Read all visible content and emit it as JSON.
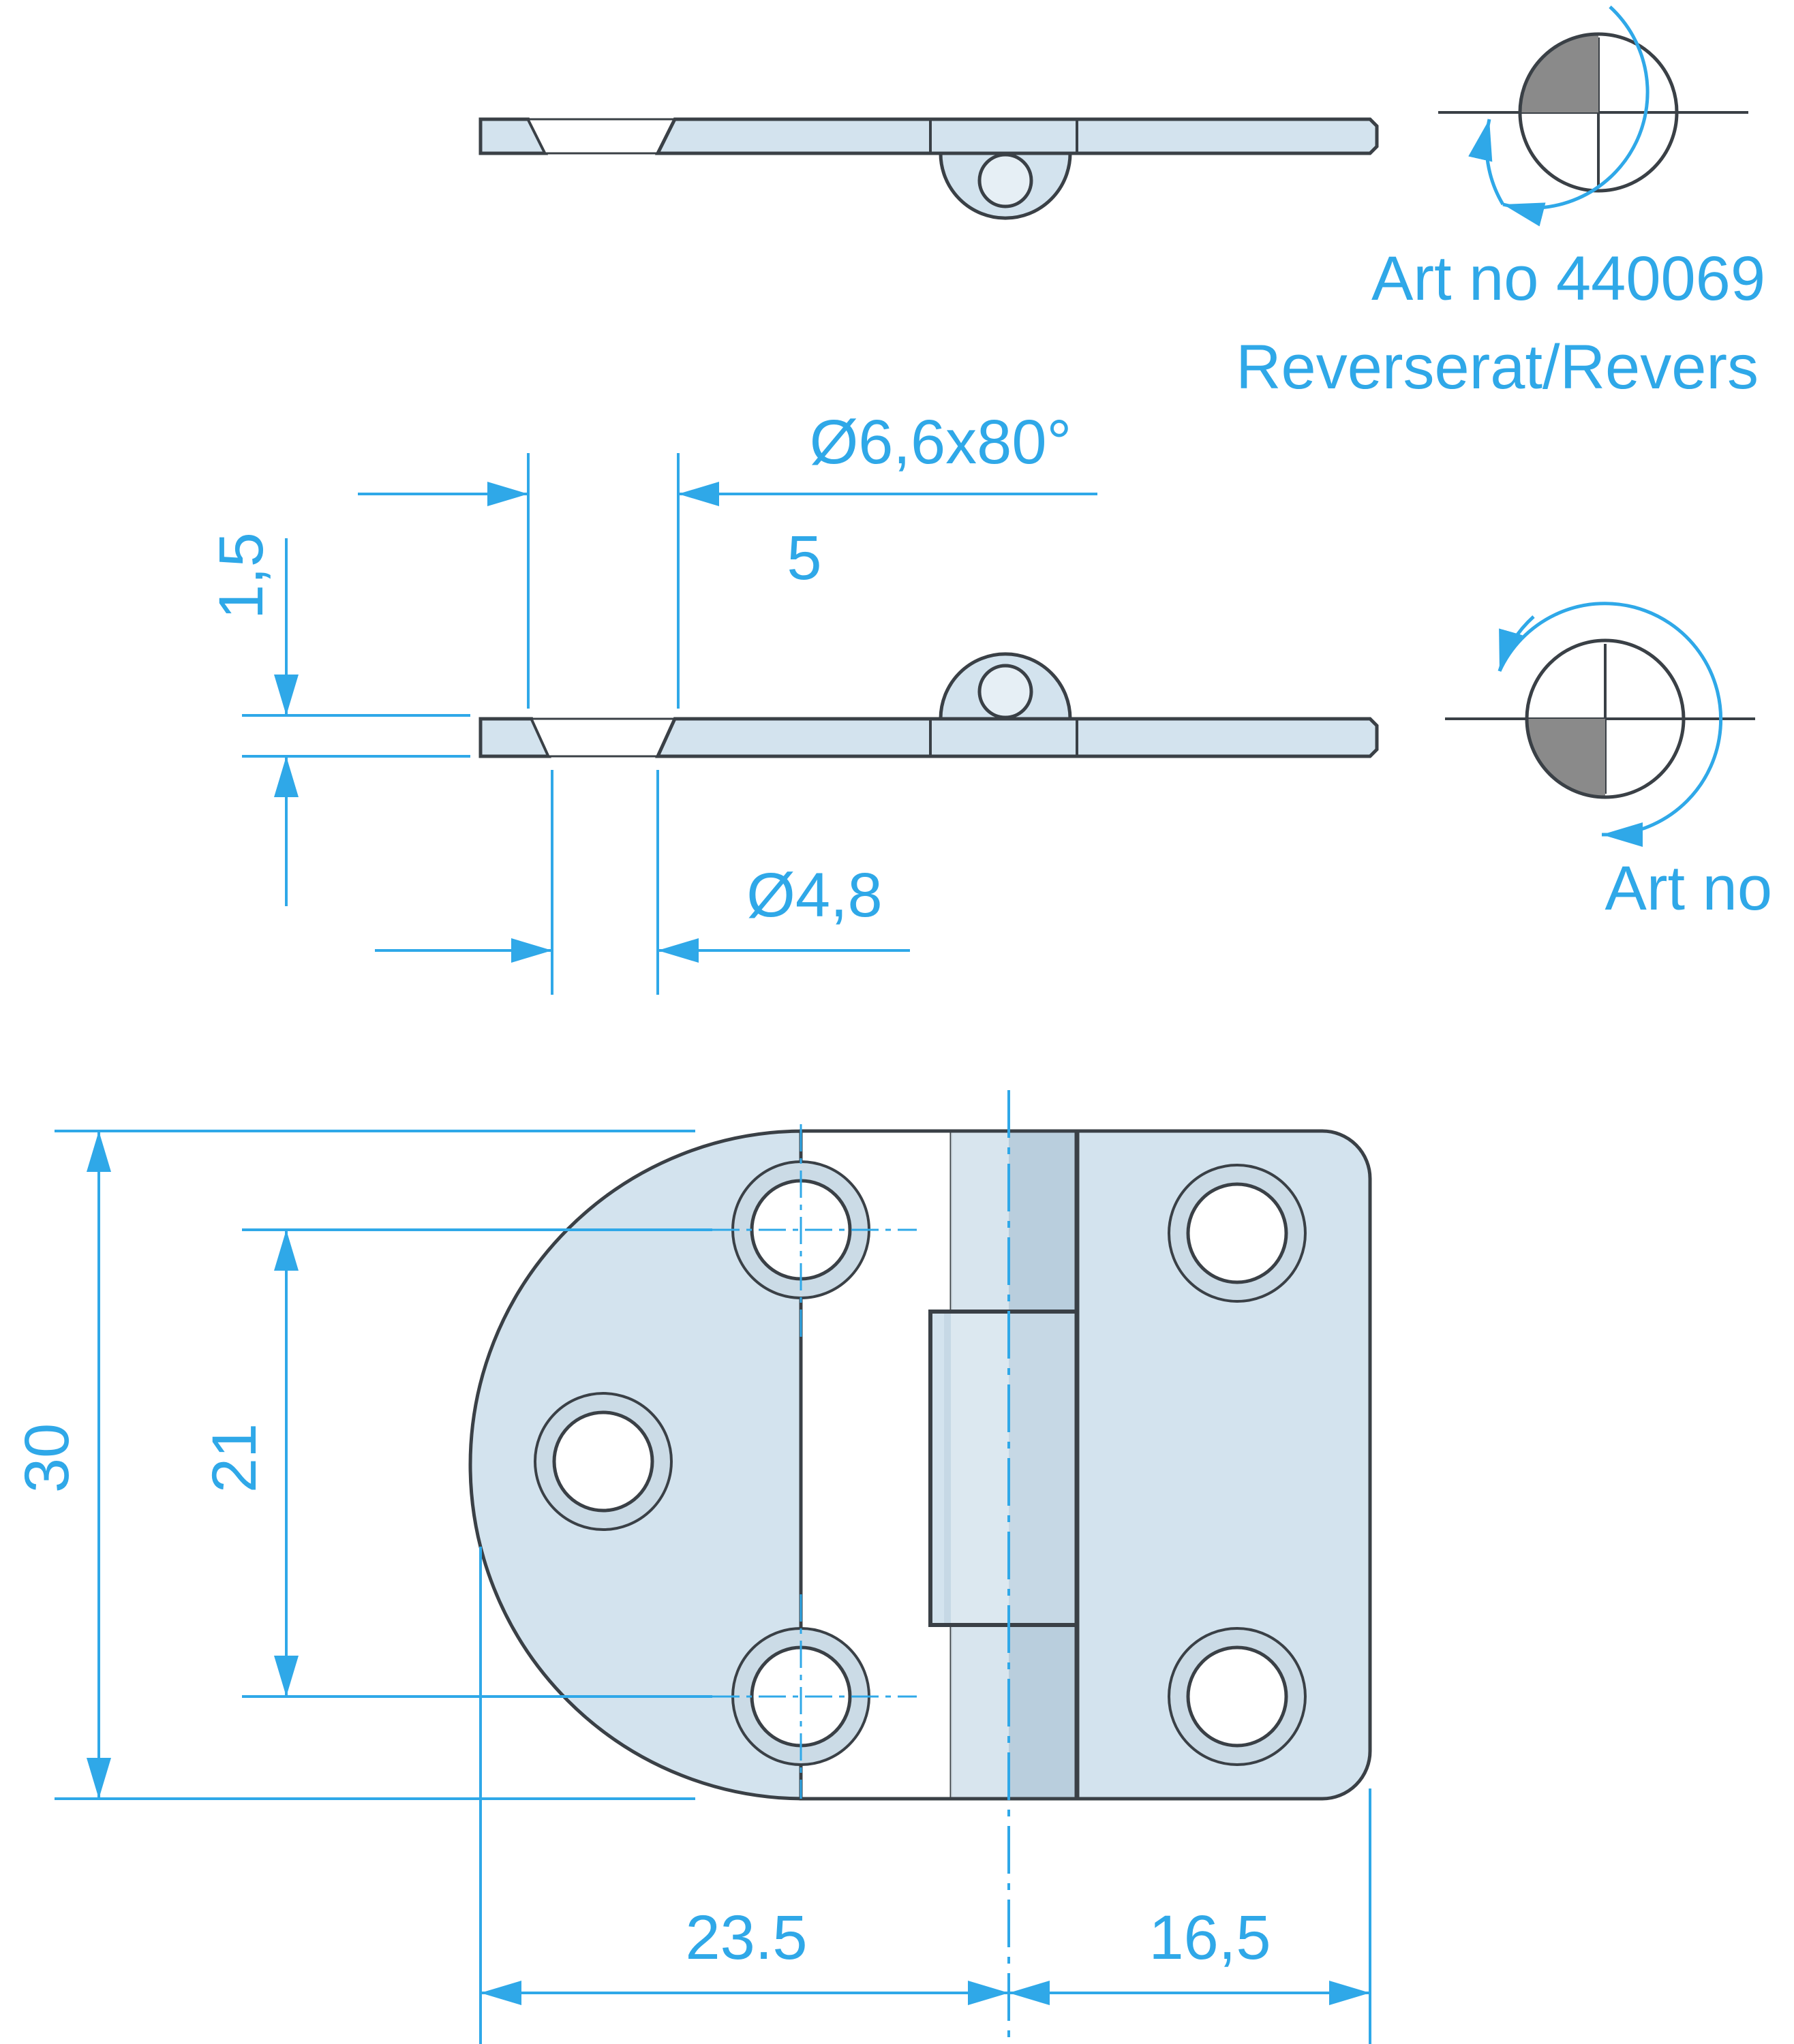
{
  "colors": {
    "dimension": "#2fa8e8",
    "part_fill": "#d3e3ee",
    "part_fill_light": "#e6eff5",
    "part_stroke": "#3a4046",
    "hole_fill": "#ffffff",
    "knuckle_shade": "#b9cedd",
    "quadrant_dark": "#8a8a8a"
  },
  "labels": {
    "art_no_top": "Art no 440069",
    "reversed": "Reverserat/Revers",
    "art_no_bottom": "Art no",
    "countersink": "Ø6,6x80°",
    "countersink_depth": "5",
    "thickness": "1,5",
    "hole_diameter": "Ø4,8",
    "height_total": "30",
    "hole_spacing": "21",
    "width_left": "23.5",
    "width_right": "16,5"
  }
}
